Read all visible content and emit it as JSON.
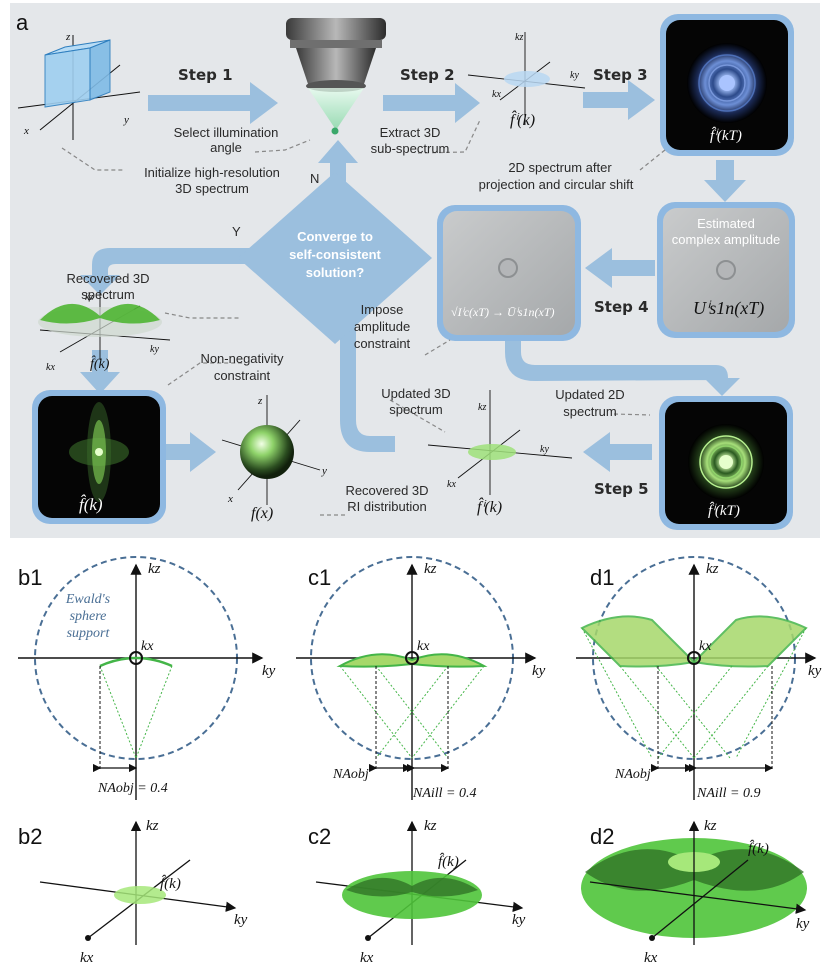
{
  "panel_a": {
    "label": "a",
    "steps": [
      "Step 1",
      "Step 2",
      "Step 3",
      "Step 4",
      "Step 5"
    ],
    "captions": {
      "select_illum_1": "Select illumination",
      "select_illum_2": "angle",
      "init_1": "Initialize high-resolution",
      "init_2": "3D spectrum",
      "extract_1": "Extract 3D",
      "extract_2": "sub-spectrum",
      "proj_1": "2D spectrum after",
      "proj_2": "projection and circular shift",
      "est_1": "Estimated",
      "est_2": "complex amplitude",
      "converge_1": "Converge to",
      "converge_2": "self-consistent",
      "converge_3": "solution?",
      "yes": "Y",
      "no": "N",
      "recovered3d_1": "Recovered 3D",
      "recovered3d_2": "spectrum",
      "impose_1": "Impose",
      "impose_2": "amplitude",
      "impose_3": "constraint",
      "nonneg_1": "Non-negativity",
      "nonneg_2": "constraint",
      "upd3d_1": "Updated 3D",
      "upd3d_2": "spectrum",
      "upd2d_1": "Updated 2D",
      "upd2d_2": "spectrum",
      "ri_1": "Recovered 3D",
      "ri_2": "RI distribution"
    },
    "math": {
      "sub_spectrum": "f̂ⁱ(k)",
      "proj_spectrum": "f̂ⁱ(kT)",
      "amplitude": "Uⁱs1n(xT)",
      "constraint": "√Iⁱc(xT) → Ūⁱs1n(xT)",
      "updated_2d": "f̂ⁱ(kT)",
      "updated_3d": "f̂ⁱ(k)",
      "spectrum_full": "f̂(k)",
      "ri": "f(x)",
      "recovered_spectrum": "f̂(k)"
    },
    "axes": {
      "x": "x",
      "y": "y",
      "z": "z",
      "kx": "kx",
      "ky": "ky",
      "kz": "kz"
    }
  },
  "panels_b_d": [
    {
      "label": "b1",
      "ewald_1": "Ewald's",
      "ewald_2": "sphere",
      "ewald_3": "support",
      "na_obj": "NAobj = 0.4",
      "na_ill": ""
    },
    {
      "label": "c1",
      "na_obj": "NAobj",
      "na_ill": "NAill = 0.4"
    },
    {
      "label": "d1",
      "na_obj": "NAobj",
      "na_ill": "NAill = 0.9"
    }
  ],
  "panels_2": [
    {
      "label": "b2",
      "f": "f̂(k)"
    },
    {
      "label": "c2",
      "f": "f̂(k)"
    },
    {
      "label": "d2",
      "f": "f̂(k)"
    }
  ],
  "colors": {
    "panel_bg": "#e4e7ea",
    "arrow": "#9bbfde",
    "green": "#6fcf3f",
    "ewald": "#4a6f95"
  }
}
